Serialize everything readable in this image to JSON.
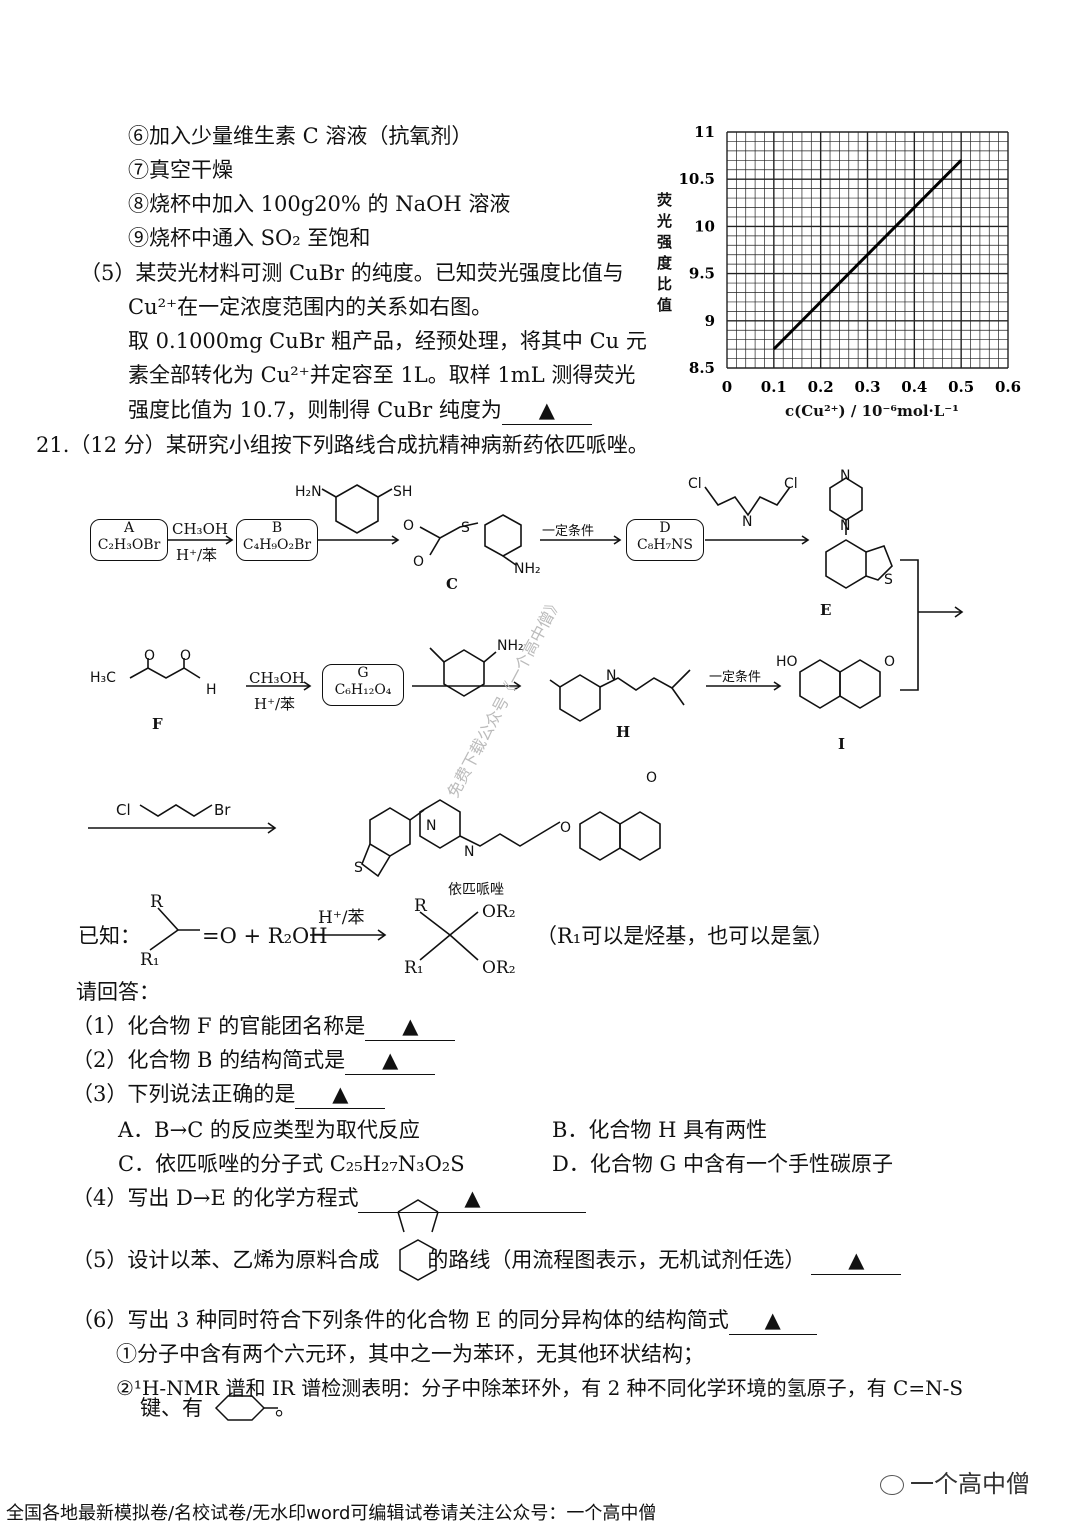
{
  "steps": {
    "s6": "⑥加入少量维生素 C 溶液（抗氧剂）",
    "s7": "⑦真空干燥",
    "s8": "⑧烧杯中加入 100g20% 的 NaOH 溶液",
    "s9": "⑨烧杯中通入 SO₂ 至饱和"
  },
  "q5_text": {
    "l1": "（5）某荧光材料可测 CuBr 的纯度。已知荧光强度比值与",
    "l2": "Cu²⁺在一定浓度范围内的关系如右图。",
    "l3": "取 0.1000mg CuBr 粗产品，经预处理，将其中 Cu 元",
    "l4": "素全部转化为 Cu²⁺并定容至 1L。取样 1mL 测得荧光",
    "l5": "强度比值为 10.7，则制得 CuBr 纯度为"
  },
  "answer_mark": "▲",
  "chart_data": {
    "type": "line",
    "x": [
      0.1,
      0.5
    ],
    "y": [
      8.7,
      10.7
    ],
    "xlim": [
      0,
      0.6
    ],
    "ylim": [
      8.5,
      11
    ],
    "xticks": [
      "0",
      "0.1",
      "0.2",
      "0.3",
      "0.4",
      "0.5",
      "0.6"
    ],
    "yticks": [
      "8.5",
      "9",
      "9.5",
      "10",
      "10.5",
      "11"
    ],
    "xlabel": "c(Cu²⁺) / 10⁻⁶mol·L⁻¹",
    "ylabel": "荧光强度比值",
    "grid": true
  },
  "q21": {
    "title": "21.（12 分）某研究小组按下列路线合成抗精神病新药依匹哌唑。",
    "A_label": "A",
    "A_formula": "C₂H₃OBr",
    "B_label": "B",
    "B_formula": "C₄H₉O₂Br",
    "D_label": "D",
    "D_formula": "C₈H₇NS",
    "G_label": "G",
    "G_formula": "C₆H₁₂O₄",
    "reagent_meoh": "CH₃OH",
    "reagent_acid": "H⁺/苯",
    "condition": "一定条件",
    "H2N": "H₂N",
    "SH": "SH",
    "NH2": "NH₂",
    "Cl": "Cl",
    "Br": "Br",
    "H": "H",
    "N": "N",
    "O": "O",
    "S": "S",
    "HO": "HO",
    "H3C": "H₃C",
    "OMe": "O",
    "C_label": "C",
    "E_label": "E",
    "F_label": "F",
    "H_label": "H",
    "I_label": "I",
    "product_name": "依匹哌唑"
  },
  "known": {
    "prefix": "已知：",
    "R": "R",
    "R1": "R₁",
    "plus": "=O + R₂OH",
    "cond": "H⁺/苯",
    "OR2": "OR₂",
    "note": "（R₁可以是烃基，也可以是氢）"
  },
  "questions": {
    "prompt": "请回答：",
    "q1": "（1）化合物 F 的官能团名称是",
    "q2": "（2）化合物 B 的结构简式是",
    "q3": "（3）下列说法正确的是",
    "optA": "A．B→C 的反应类型为取代反应",
    "optB": "B．化合物 H 具有两性",
    "optC": "C．依匹哌唑的分子式 C₂₅H₂₇N₃O₂S",
    "optD": "D．化合物 G 中含有一个手性碳原子",
    "q4": "（4）写出 D→E 的化学方程式",
    "q5a": "（5）设计以苯、乙烯为原料合成",
    "q5b": "的路线（用流程图表示，无机试剂任选）",
    "q6": "（6）写出 3 种同时符合下列条件的化合物 E 的同分异构体的结构简式",
    "c1": "①分子中含有两个六元环，其中之一为苯环，无其他环状结构；",
    "c2": "②¹H-NMR 谱和 IR 谱检测表明：分子中除苯环外，有 2 种不同化学环境的氢原子，有 C=N-S",
    "c3a": "键、有",
    "c3b": "。"
  },
  "watermark": "免费下载公众号《一个高中僧》",
  "wechat_tag": "一个高中僧",
  "footer": "全国各地最新模拟卷/名校试卷/无水印word可编辑试卷请关注公众号：一个高中僧"
}
